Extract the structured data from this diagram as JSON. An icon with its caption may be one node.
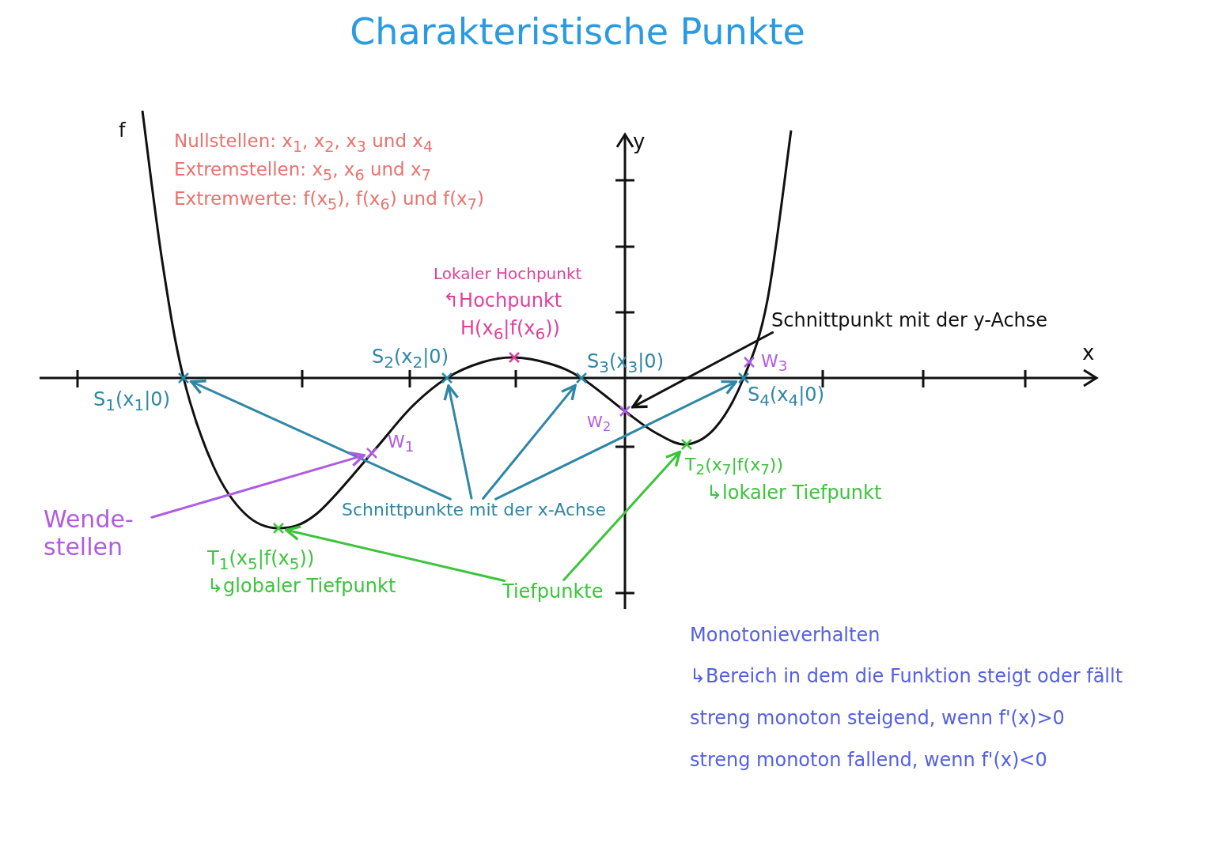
{
  "diagram": {
    "title": "Charakteristische Punkte",
    "nodes": [
      {
        "text": [
          "Schnittpunkte mit der x-Achse"
        ]
      },
      {
        "text": [],
        "shape": "cross",
        "beside": [
          "S$_{1}$(x$_{1}$|0)"
        ]
      },
      {
        "text": [],
        "shape": "cross",
        "beside": [
          "S$_{2}$(x$_{2}$|0)"
        ]
      },
      {
        "text": [],
        "shape": "cross",
        "beside": [
          "S$_{3}$(x$_{3}$|0)"
        ]
      },
      {
        "text": [],
        "shape": "cross",
        "beside": [
          "S$_{4}$(x$_{4}$|0)"
        ]
      },
      {
        "text": [
          "Wende- stellen"
        ]
      },
      {
        "text": [],
        "shape": "cross",
        "beside": [
          "W$_{1}$"
        ]
      },
      {
        "text": [
          "Tiefpunkte"
        ]
      },
      {
        "text": [],
        "shape": "cross",
        "beside": [
          "T$_{1}$(x$_{5}$|f(x$_{5}$))",
          "↳globaler Tiefpunkt"
        ]
      },
      {
        "text": [],
        "shape": "cross",
        "beside": [
          "T$_{2}$(x$_{7}$|f(x$_{7}$))",
          "↳lokaler Tiefpunkt"
        ]
      },
      {
        "text": [
          "Schnittpunkt mit der y-Achse"
        ]
      },
      {
        "text": [],
        "shape": "cross",
        "beside": [
          "W$_{2}$"
        ]
      },
      {
        "text": [],
        "shape": "cross",
        "beside": [
          "W$_{3}$"
        ]
      },
      {
        "text": [],
        "shape": "cross",
        "beside": [
          "Lokaler Hochpunkt",
          "↰Hochpunkt",
          "H(x$_{6}$|f(x$_{6}$))"
        ]
      }
    ],
    "edges": [
      {
        "from": 0,
        "to": 1,
        "arrow": "to"
      },
      {
        "from": 0,
        "to": 2,
        "arrow": "to"
      },
      {
        "from": 0,
        "to": 3,
        "arrow": "to"
      },
      {
        "from": 0,
        "to": 4,
        "arrow": "to"
      },
      {
        "from": 5,
        "to": 6,
        "arrow": "to",
        "color": "#b05ce0"
      },
      {
        "from": 7,
        "to": 8,
        "arrow": "to",
        "color": "#3cc43c"
      },
      {
        "from": 7,
        "to": 9,
        "arrow": "to",
        "color": "#3cc43c"
      },
      {
        "from": 10,
        "to": 11,
        "arrow": "to",
        "color": "#111111"
      }
    ],
    "labels": [
      "f",
      "Nullstellen: x$_{1}$, x$_{2}$, x$_{3}$ und x$_{4}$",
      "Extremstellen: x$_{5}$, x$_{6}$ und x$_{7}$",
      "Extremwerte: f(x$_{5}$), f(x$_{6}$) und f(x$_{7}$)",
      "y",
      "x",
      "Monotonieverhalten",
      "↳Bereich in dem die Funktion steigt oder fällt",
      "streng monoton steigend, wenn f'(x)>0",
      "streng monoton fallend, wenn f'(x)<0"
    ]
  }
}
